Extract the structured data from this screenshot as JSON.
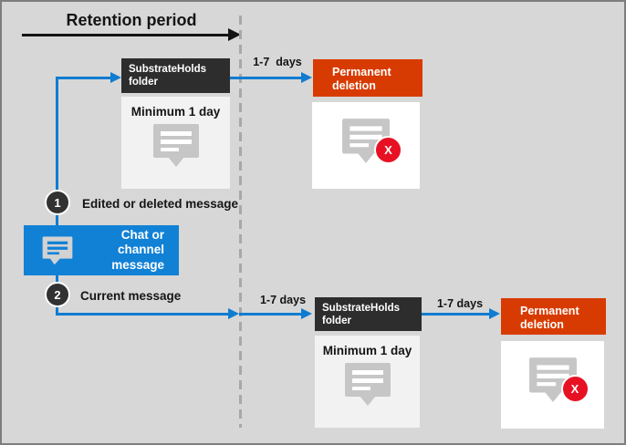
{
  "title": "Retention period",
  "labels": {
    "days_top": "1-7  days",
    "days_mid": "1-7 days",
    "days_right": "1-7 days"
  },
  "steps": [
    {
      "number": "1",
      "label": "Edited or deleted message"
    },
    {
      "number": "2",
      "label": "Current message"
    }
  ],
  "chat_box": {
    "lines": [
      "Chat or channel",
      "message"
    ]
  },
  "substrate_top": {
    "header": [
      "SubstrateHolds",
      "folder"
    ],
    "body": "Minimum 1 day"
  },
  "substrate_bottom": {
    "header": [
      "SubstrateHolds",
      "folder"
    ],
    "body": "Minimum 1 day"
  },
  "deletion_top": {
    "header": [
      "Permanent",
      "deletion"
    ],
    "badge": "X"
  },
  "deletion_bottom": {
    "header": [
      "Permanent",
      "deletion"
    ],
    "badge": "X"
  },
  "colors": {
    "background": "#d7d7d7",
    "border": "#7e7e7e",
    "blue": "#1181d6",
    "flow_line_blue": "#0f7cd0",
    "dark_header": "#2d2d2d",
    "orange": "#d83b01",
    "red_badge": "#e81123",
    "light_panel": "#f2f2f2",
    "white_panel": "#ffffff",
    "icon_gray": "#c6c6c6",
    "dashed_line": "#a8a8a8",
    "text": "#141414"
  }
}
